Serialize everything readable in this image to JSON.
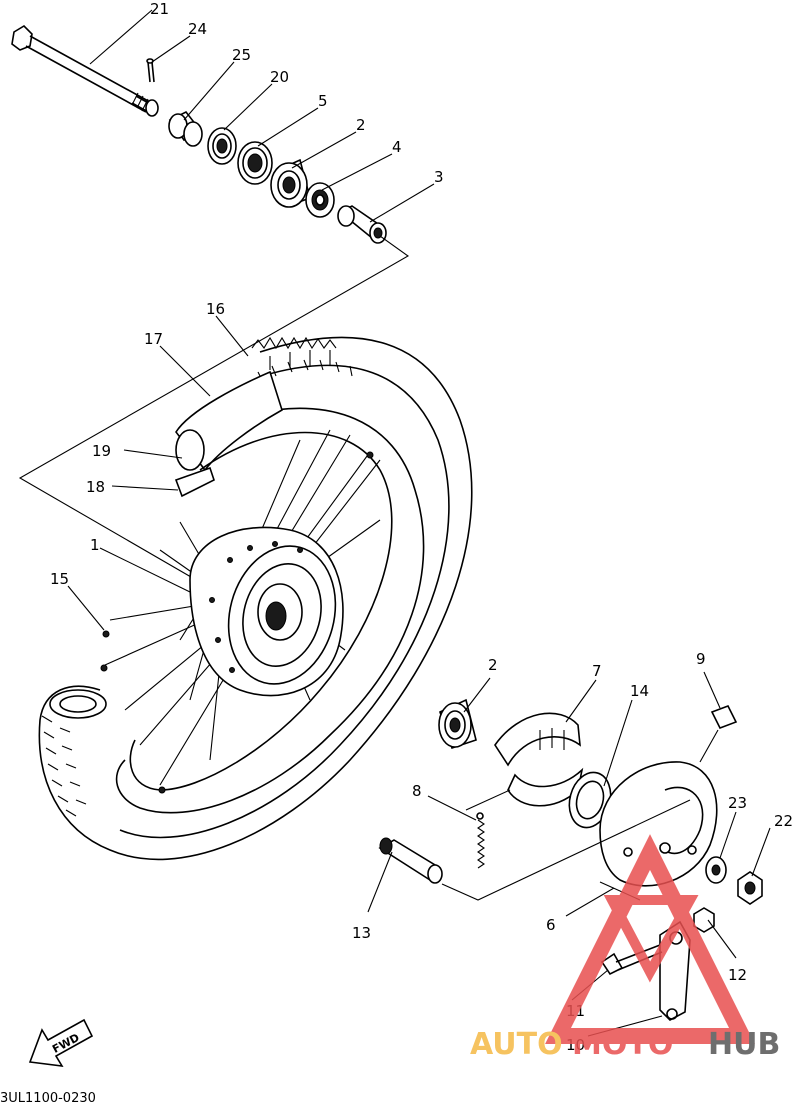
{
  "diagram": {
    "part_labels": [
      {
        "id": "21",
        "text": "21"
      },
      {
        "id": "24",
        "text": "24"
      },
      {
        "id": "25",
        "text": "25"
      },
      {
        "id": "20",
        "text": "20"
      },
      {
        "id": "5",
        "text": "5"
      },
      {
        "id": "2a",
        "text": "2"
      },
      {
        "id": "4",
        "text": "4"
      },
      {
        "id": "3",
        "text": "3"
      },
      {
        "id": "16",
        "text": "16"
      },
      {
        "id": "17",
        "text": "17"
      },
      {
        "id": "19",
        "text": "19"
      },
      {
        "id": "18",
        "text": "18"
      },
      {
        "id": "1",
        "text": "1"
      },
      {
        "id": "15",
        "text": "15"
      },
      {
        "id": "2b",
        "text": "2"
      },
      {
        "id": "7",
        "text": "7"
      },
      {
        "id": "14",
        "text": "14"
      },
      {
        "id": "9",
        "text": "9"
      },
      {
        "id": "8",
        "text": "8"
      },
      {
        "id": "23",
        "text": "23"
      },
      {
        "id": "22",
        "text": "22"
      },
      {
        "id": "13",
        "text": "13"
      },
      {
        "id": "6",
        "text": "6"
      },
      {
        "id": "12",
        "text": "12"
      },
      {
        "id": "11",
        "text": "11"
      },
      {
        "id": "10",
        "text": "10"
      }
    ],
    "fwd_arrow_text": "FWD",
    "drawing_code": "3UL1100-0230"
  },
  "watermark": {
    "brand_part1": "AUTO",
    "brand_part2": "MOTO",
    "brand_part3": "HUB",
    "colors": {
      "auto": "#f5b945",
      "moto": "#e85050",
      "hub": "#555555",
      "triangle": "#e85050"
    }
  }
}
